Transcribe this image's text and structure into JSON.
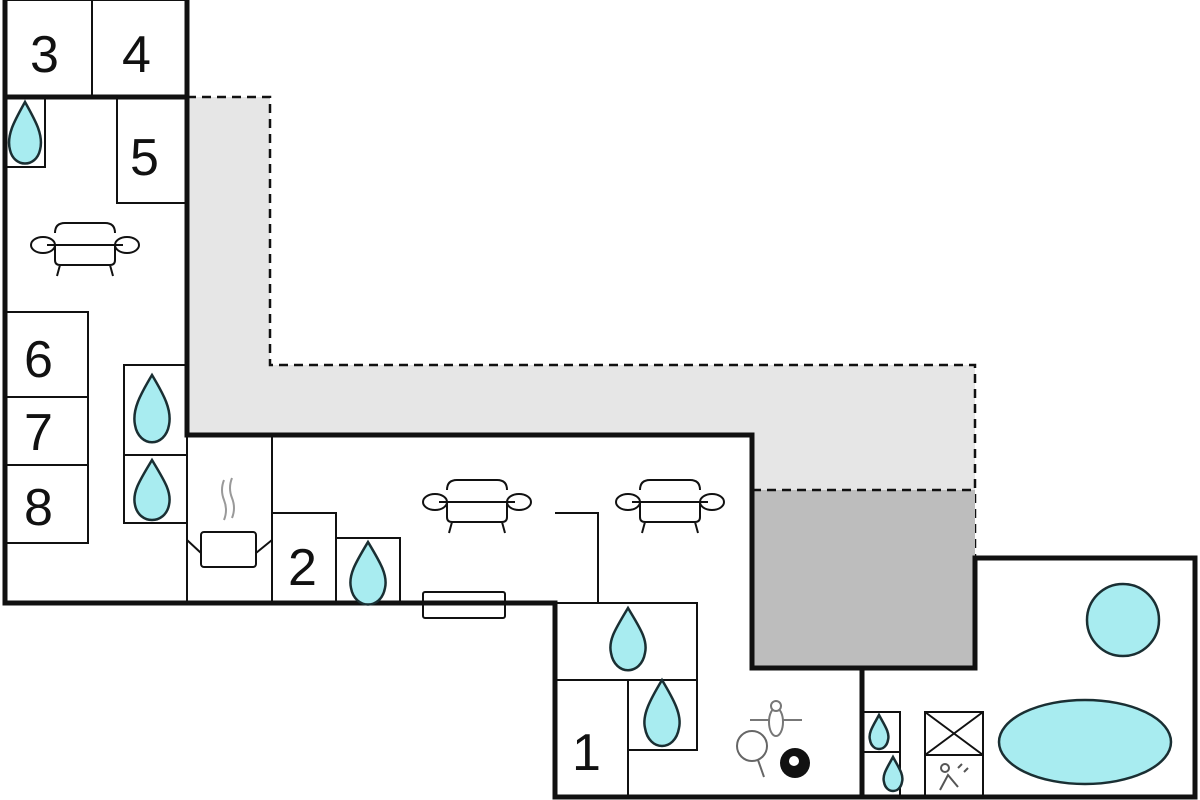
{
  "rooms": {
    "r1": "1",
    "r2": "2",
    "r3": "3",
    "r4": "4",
    "r5": "5",
    "r6": "6",
    "r7": "7",
    "r8": "8"
  },
  "colors": {
    "water": "#a8ecf0",
    "terrace": "#e6e6e6",
    "pool_area": "#bdbdbd",
    "wall": "#111111"
  },
  "icons": [
    "water-drop-icon",
    "sofa-icon",
    "stove-icon",
    "radiator-icon",
    "table-tennis-icon",
    "billiard-ball-icon",
    "foosball-icon",
    "hot-tub-icon",
    "pool-icon",
    "sauna-icon"
  ]
}
